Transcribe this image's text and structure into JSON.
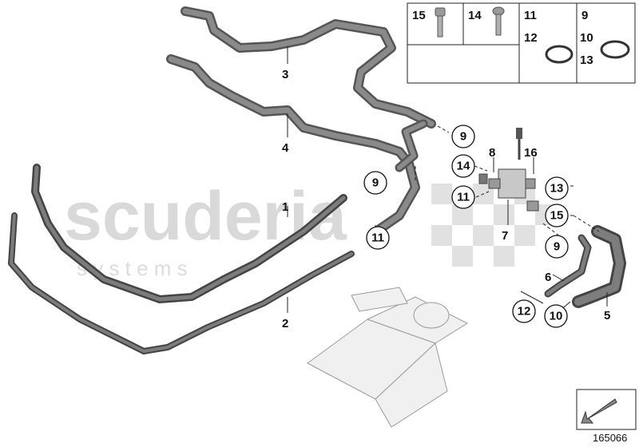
{
  "watermark": {
    "brand": "scuderia",
    "sub": "s y s t e m s"
  },
  "callouts": {
    "c1": "1",
    "c2": "2",
    "c3": "3",
    "c4": "4",
    "c5": "5",
    "c6": "6",
    "c7": "7",
    "c8": "8",
    "c9a": "9",
    "c9b": "9",
    "c9c": "9",
    "c10": "10",
    "c11a": "11",
    "c11b": "11",
    "c12": "12",
    "c13": "13",
    "c14": "14",
    "c15": "15",
    "c16": "16"
  },
  "legend": {
    "cell1": "15",
    "cell2": "14",
    "cell3a": "11",
    "cell3b": "12",
    "cell4a": "9",
    "cell4b": "10",
    "cell4c": "13"
  },
  "reference_number": "165066"
}
